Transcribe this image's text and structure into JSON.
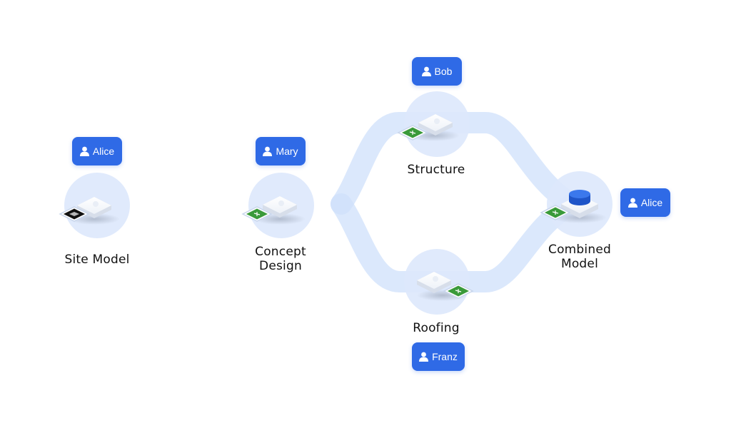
{
  "nodes": {
    "site_model": {
      "label": "Site Model",
      "user": "Alice"
    },
    "concept_design": {
      "label": "Concept\nDesign",
      "user": "Mary"
    },
    "structure": {
      "label": "Structure",
      "user": "Bob"
    },
    "roofing": {
      "label": "Roofing",
      "user": "Franz"
    },
    "combined_model": {
      "label": "Combined\nModel",
      "user": "Alice"
    }
  },
  "colors": {
    "flow": "#cfe0fb",
    "node_circle": "#dde8fc",
    "badge": "#2f6ae6",
    "tile_green": "#3a9a3a",
    "db_blue": "#2f6ae6"
  },
  "icons": {
    "user": "user-icon",
    "model_tile": "model-tile-icon",
    "database": "database-icon"
  }
}
